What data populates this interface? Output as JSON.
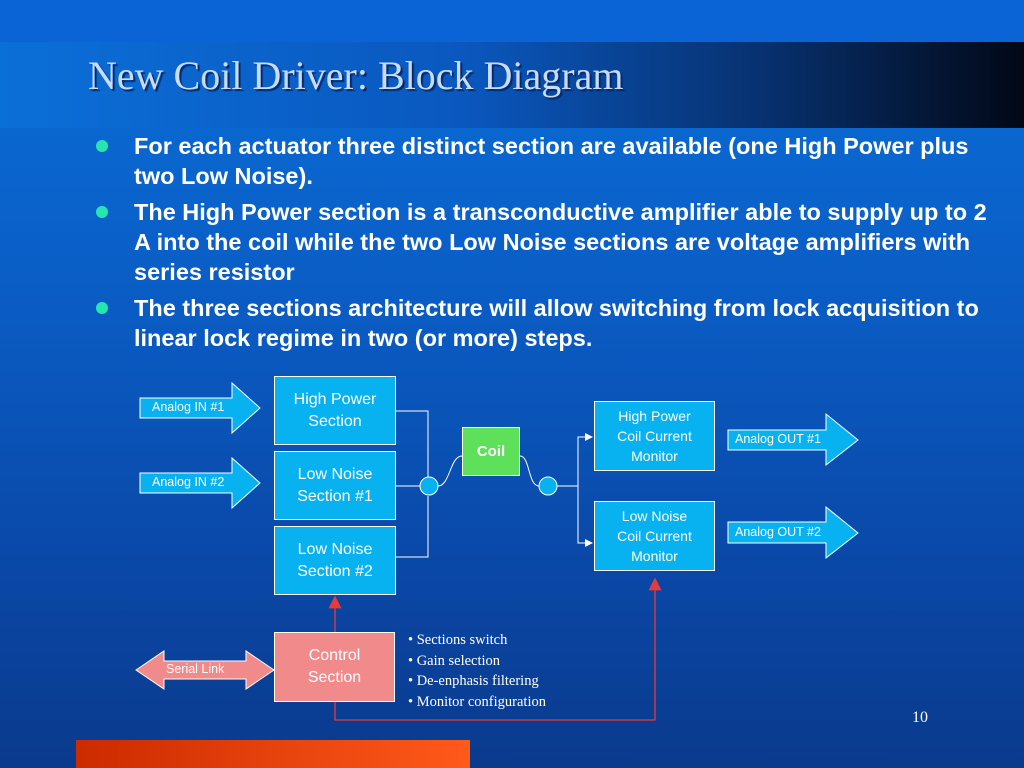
{
  "slide": {
    "title": "New Coil Driver: Block Diagram",
    "bullets": [
      "For each actuator three distinct section are available (one High Power plus two Low Noise).",
      "The High Power section is a transconductive amplifier able to supply up to 2 A into the coil while the two Low Noise sections are voltage amplifiers with series resistor",
      "The three sections architecture will allow switching from lock acquisition to linear lock regime in two (or more) steps."
    ],
    "page_number": "10"
  },
  "diagram": {
    "inputs": {
      "in1": "Analog IN #1",
      "in2": "Analog IN #2"
    },
    "sections": {
      "high_power": "High Power\nSection",
      "low_noise_1": "Low Noise\nSection #1",
      "low_noise_2": "Low Noise\nSection #2",
      "control": "Control\nSection"
    },
    "coil": "Coil",
    "monitors": {
      "hp": "High Power\nCoil Current\nMonitor",
      "ln": "Low Noise\nCoil Current\nMonitor"
    },
    "outputs": {
      "out1": "Analog OUT #1",
      "out2": "Analog OUT #2"
    },
    "serial_link": "Serial Link",
    "control_functions": [
      "• Sections switch",
      "• Gain selection",
      "• De-enphasis filtering",
      "• Monitor configuration"
    ]
  },
  "colors": {
    "block_fill": "#08b2f0",
    "coil_fill": "#5ee05a",
    "control_fill": "#f18a8a",
    "bullet": "#26e6b0",
    "title_text": "#c9dcff",
    "signal_line": "#e83a3a"
  }
}
